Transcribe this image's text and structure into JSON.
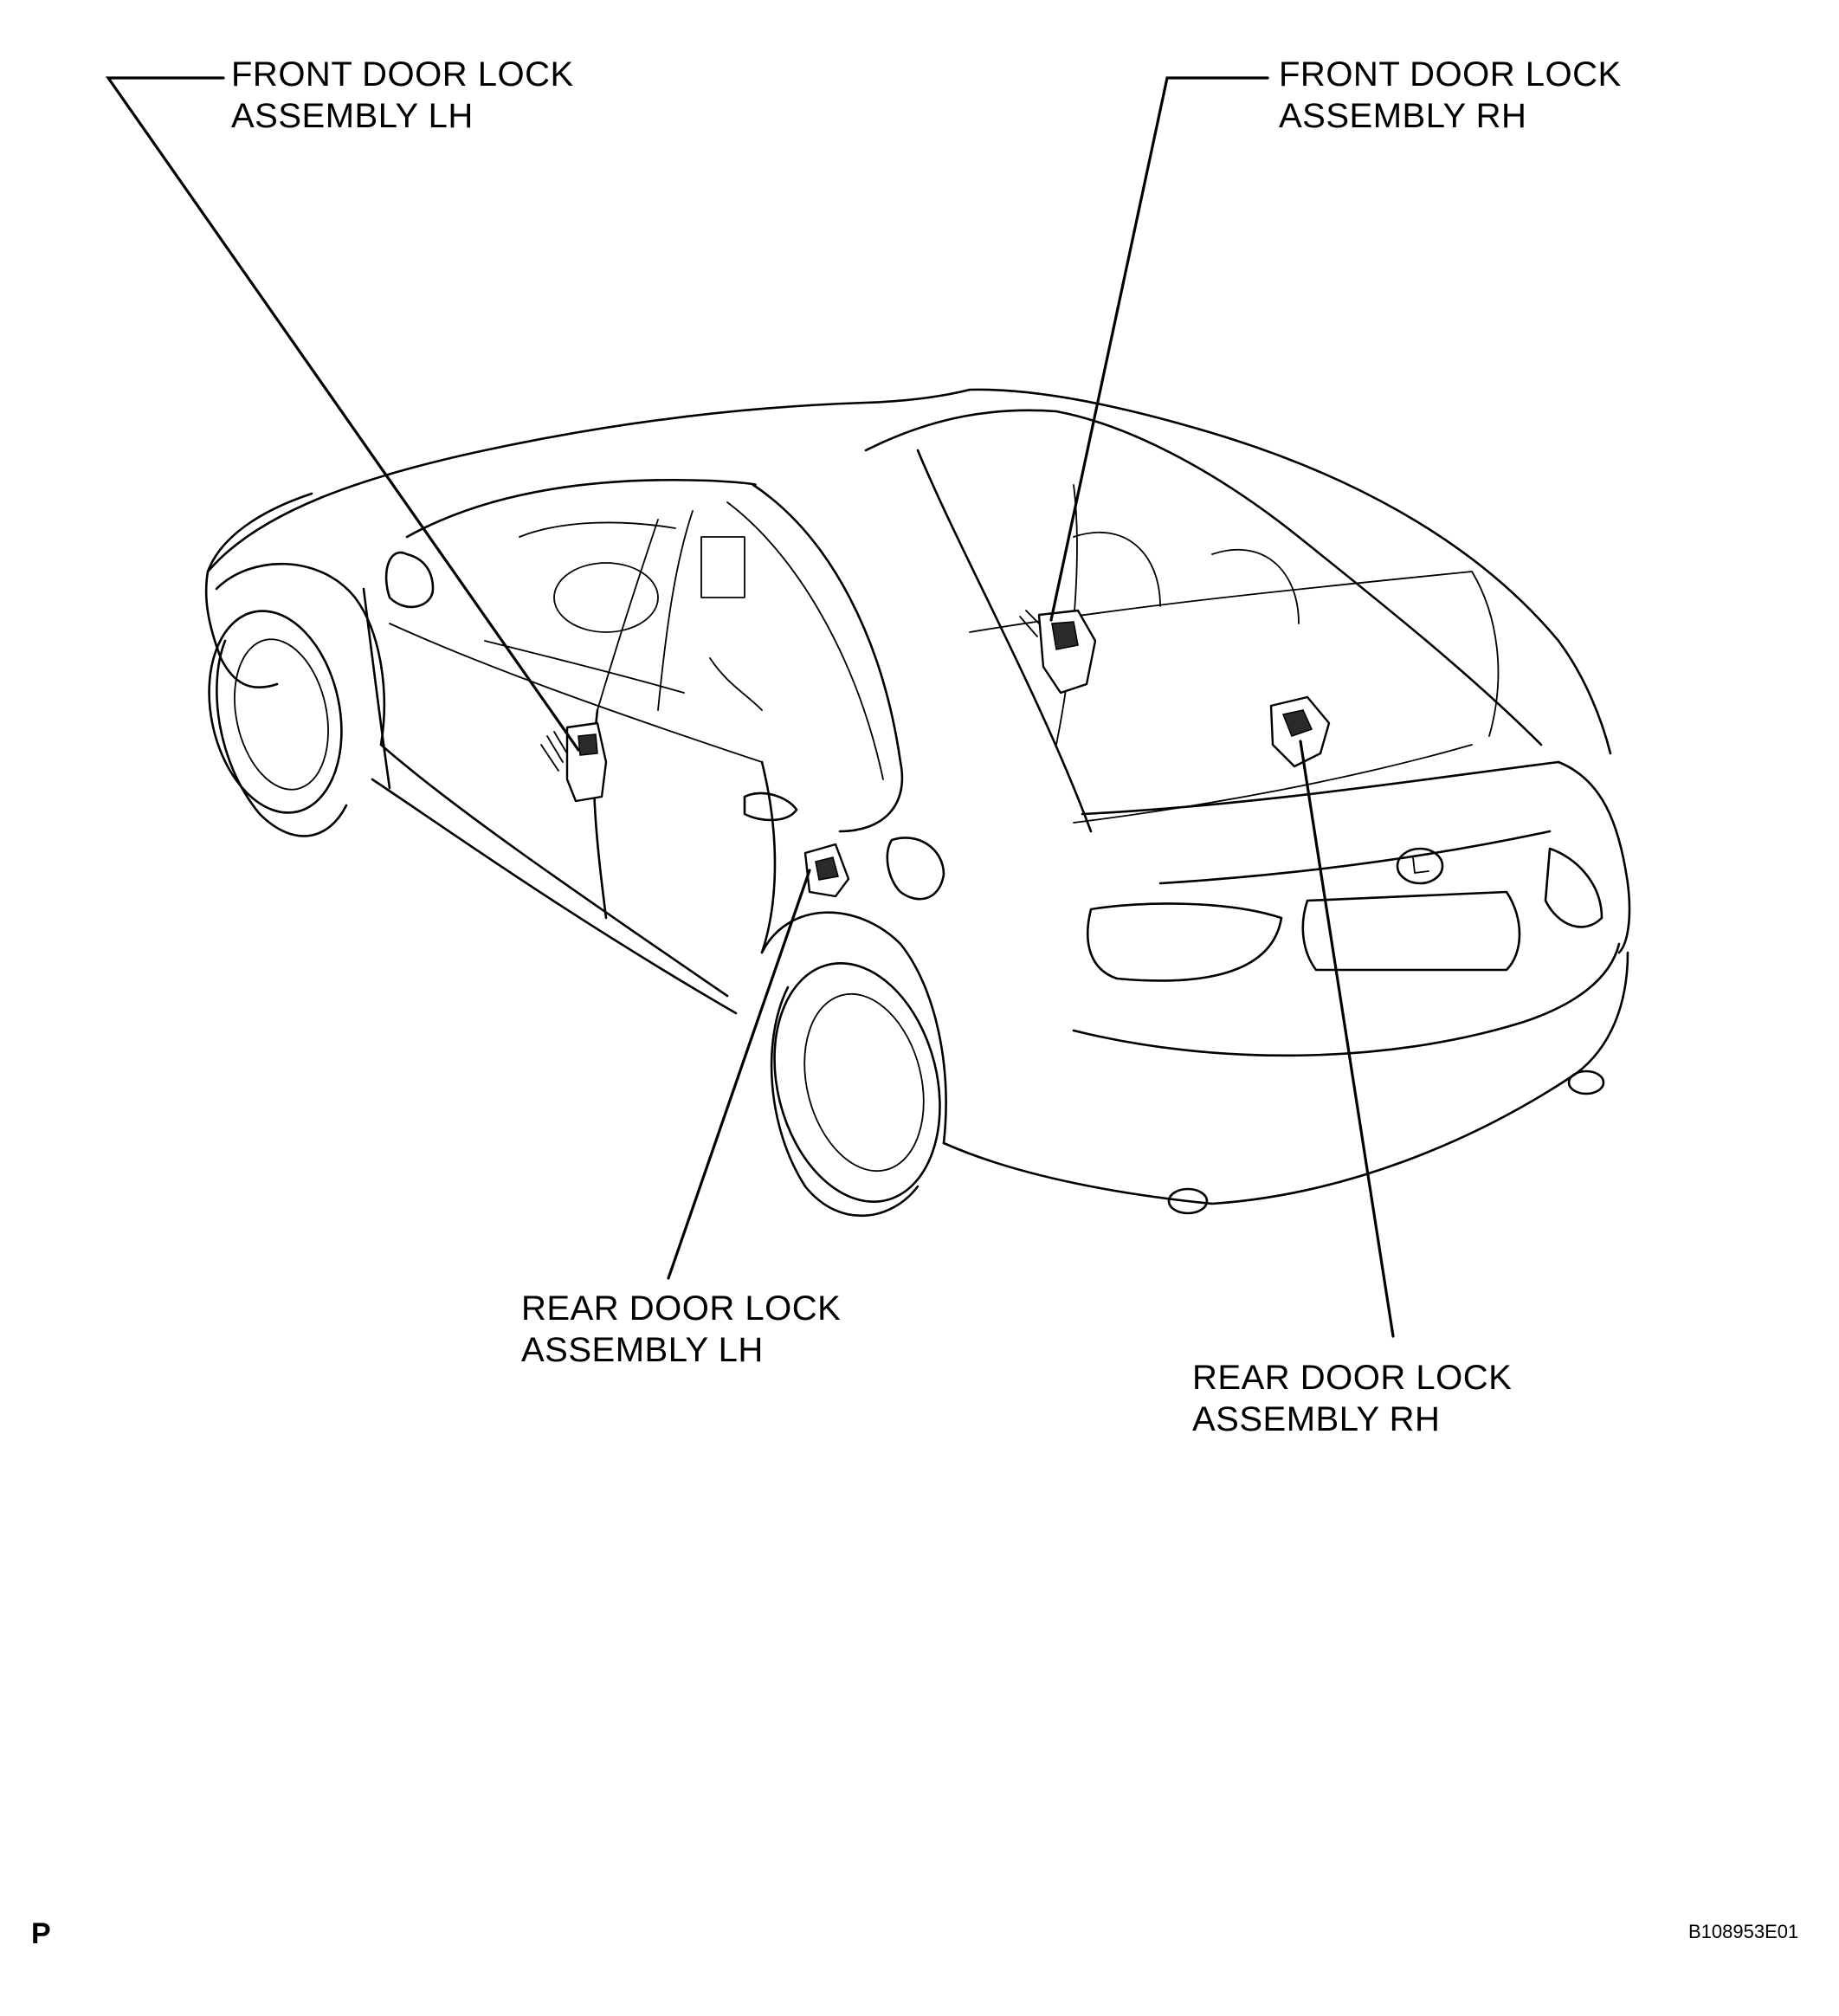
{
  "callouts": {
    "front_left": {
      "line1": "FRONT DOOR LOCK",
      "line2": "ASSEMBLY LH"
    },
    "front_right": {
      "line1": "FRONT DOOR LOCK",
      "line2": "ASSEMBLY RH"
    },
    "rear_left": {
      "line1": "REAR DOOR LOCK",
      "line2": "ASSEMBLY LH"
    },
    "rear_right": {
      "line1": "REAR DOOR LOCK",
      "line2": "ASSEMBLY RH"
    }
  },
  "footer": {
    "page_marker": "P",
    "figure_code": "B108953E01"
  }
}
